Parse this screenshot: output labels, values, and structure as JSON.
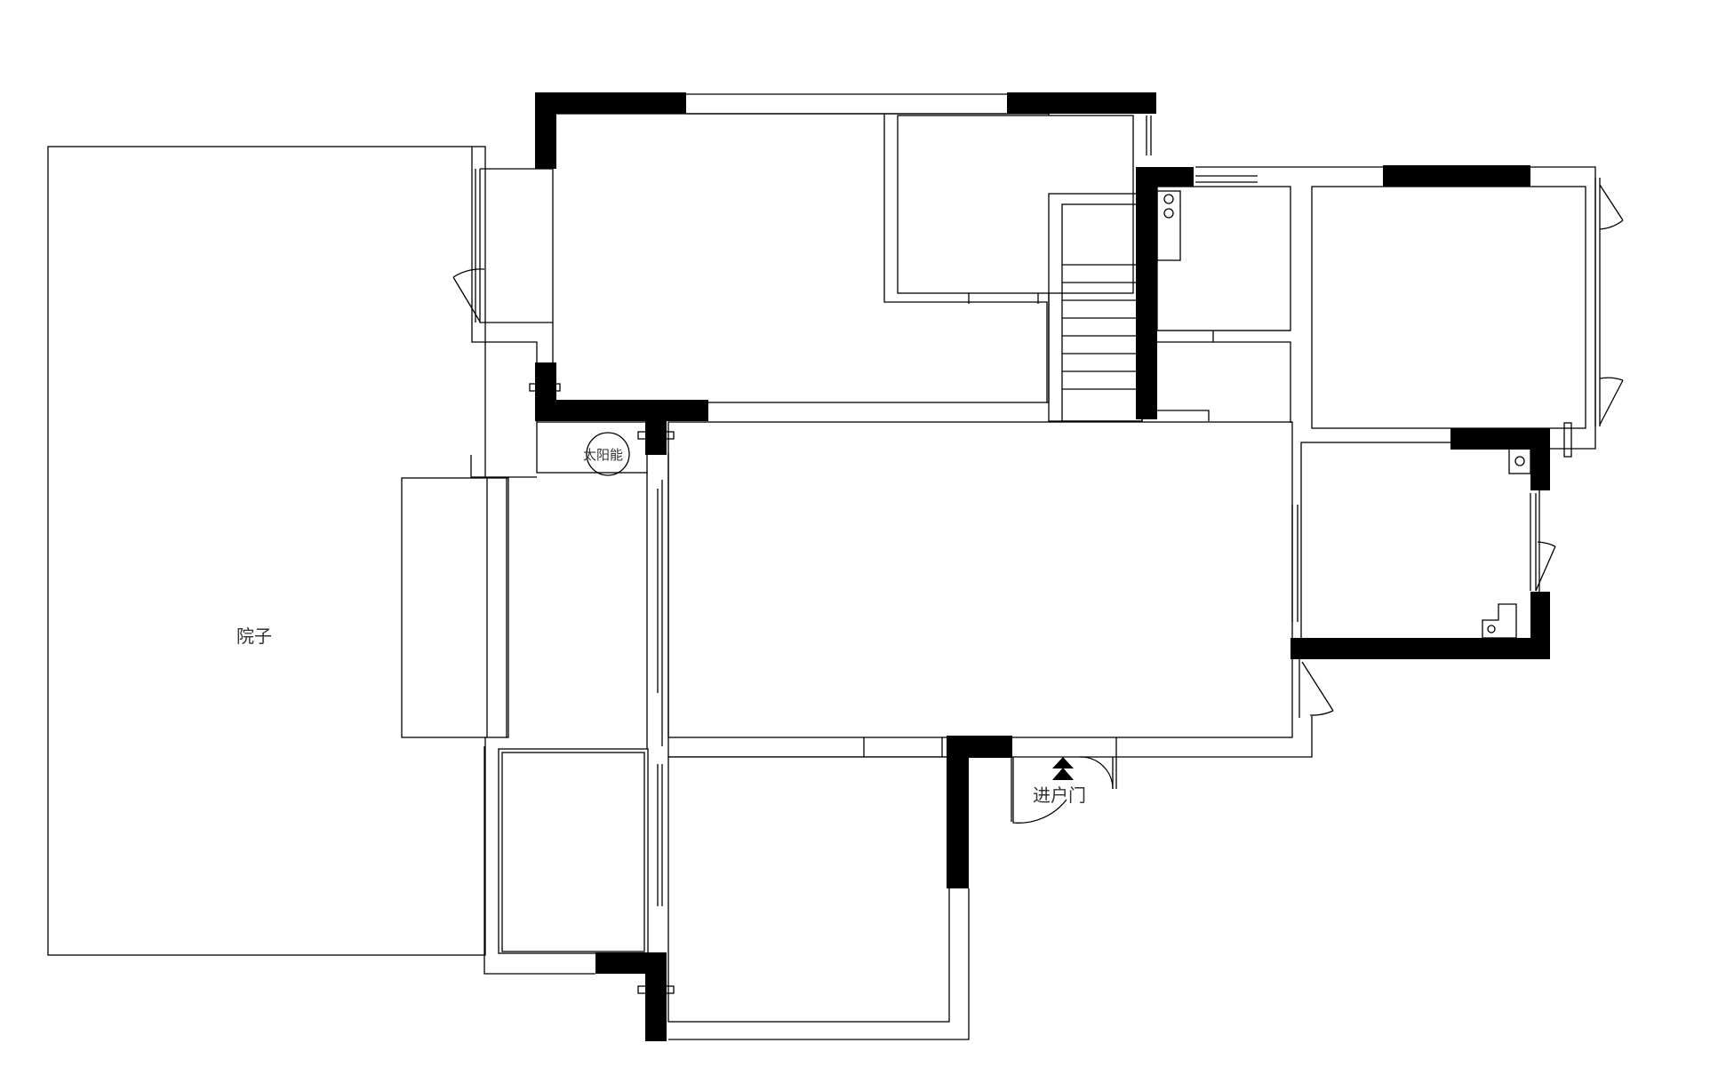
{
  "labels": {
    "yard": "院子",
    "solar": "太阳能",
    "entrance": "进户门"
  },
  "colors": {
    "wall": "#000000",
    "line": "#000000",
    "background": "#ffffff",
    "text": "#333333"
  },
  "icons": {
    "entrance_marker": "double-up-arrow-icon",
    "solar_marker": "circle-icon",
    "stove": "burner-icon"
  }
}
